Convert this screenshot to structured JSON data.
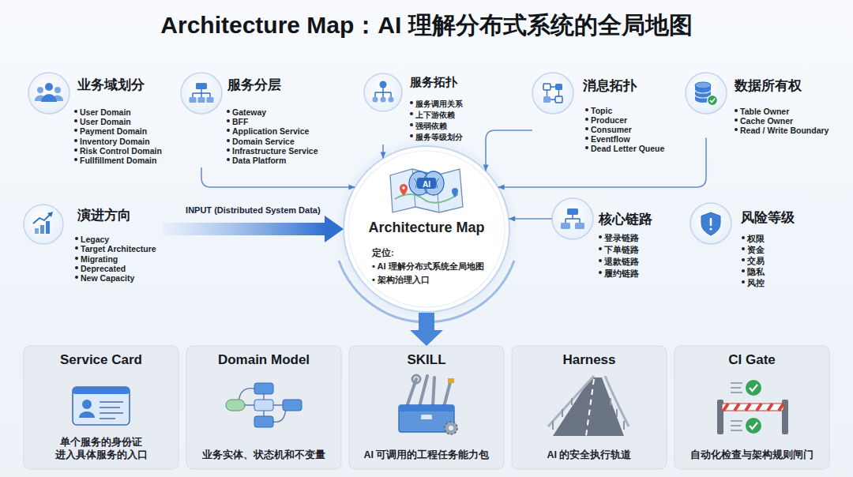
{
  "diagram": {
    "title": "Architecture Map：AI 理解分布式系统的全局地图",
    "nodes": [
      {
        "text": [
          "业务域划分",
          "User Domain",
          "User Domain",
          "Payment Domain",
          "Inventory Domain",
          "Risk Control Domain",
          "Fullfillment Domain"
        ]
      },
      {
        "text": [
          "服务分层",
          "Gateway",
          "BFF",
          "Application Service",
          "Domain Service",
          "Infrastructure Service",
          "Data Platform"
        ]
      },
      {
        "text": [
          "服务拓扑",
          "服务调用关系",
          "上下游依赖",
          "强弱依赖",
          "服务等级划分"
        ]
      },
      {
        "text": [
          "消息拓扑",
          "Topic",
          "Producer",
          "Consumer",
          "Eventflow",
          "Dead Letter Queue"
        ]
      },
      {
        "text": [
          "数据所有权",
          "Table Owner",
          "Cache Owner",
          "Read / Write Boundary"
        ]
      },
      {
        "text": [
          "演进方向",
          "Legacy",
          "Target Architecture",
          "Migrating",
          "Deprecated",
          "New Capacity"
        ]
      },
      {
        "text": [
          "Architecture Map",
          "定位:",
          "• AI 理解分布式系统全局地图",
          "• 架构治理入口"
        ]
      },
      {
        "text": [
          "核心链路",
          "登录链路",
          "下单链路",
          "退款链路",
          "履约链路"
        ]
      },
      {
        "text": [
          "风险等级",
          "权限",
          "资金",
          "交易",
          "隐私",
          "风控"
        ]
      },
      {
        "text": [
          "Service Card",
          "单个服务的身份证 进入具体服务的入口"
        ]
      },
      {
        "text": [
          "Domain Model",
          "业务实体、状态机和不变量"
        ]
      },
      {
        "text": [
          "SKILL",
          "AI 可调用的工程任务能力包"
        ]
      },
      {
        "text": [
          "Harness",
          "AI 的安全执行轨道"
        ]
      },
      {
        "text": [
          "CI Gate",
          "自动化检查与架构规则闸门"
        ]
      }
    ],
    "edges": [
      {
        "from": 1,
        "to": 6,
        "arrow": "to"
      },
      {
        "from": 2,
        "to": 6,
        "arrow": "to"
      },
      {
        "from": 3,
        "to": 6,
        "arrow": "to"
      },
      {
        "from": 4,
        "to": 6,
        "arrow": "to"
      },
      {
        "from": 5,
        "to": 6,
        "label": "INPUT (Distributed System Data)",
        "arrow": "to"
      },
      {
        "from": 7,
        "to": 6,
        "arrow": "to"
      },
      {
        "from": 6,
        "to": 11,
        "arrow": "to"
      }
    ],
    "labels": [
      "AI"
    ]
  }
}
